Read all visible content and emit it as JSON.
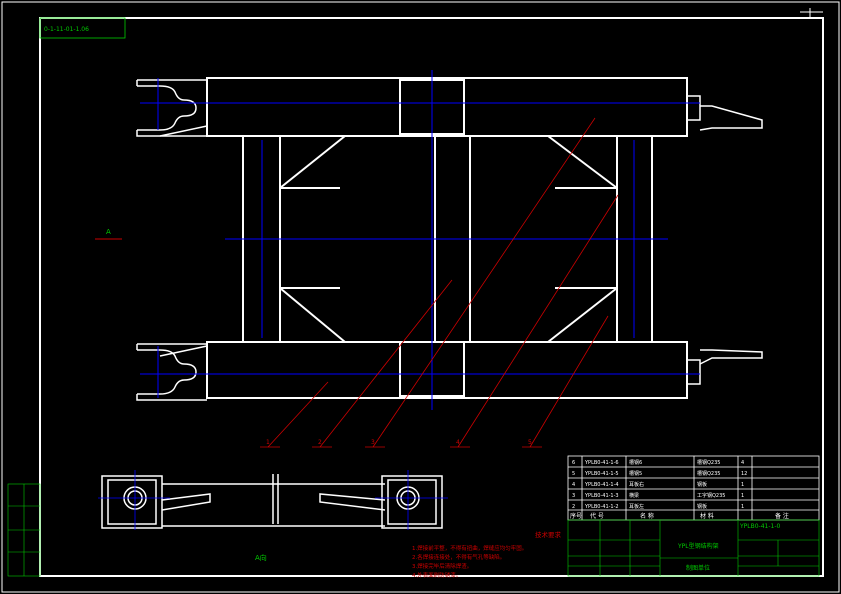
{
  "drawing": {
    "code_top_left": "0-1-11-01-1.06",
    "section_label": "A",
    "view_label": "A向",
    "balloons": [
      "1",
      "2",
      "3",
      "4",
      "5"
    ]
  },
  "bom": {
    "rows": [
      {
        "no": "6",
        "code": "YPLB0-41-1-6",
        "name": "槽钢6",
        "material": "槽钢Q235",
        "qty": "4"
      },
      {
        "no": "5",
        "code": "YPLB0-41-1-5",
        "name": "槽钢5",
        "material": "槽钢Q235",
        "qty": "12"
      },
      {
        "no": "4",
        "code": "YPLB0-41-1-4",
        "name": "耳板右",
        "material": "钢板",
        "qty": "1"
      },
      {
        "no": "3",
        "code": "YPLB0-41-1-3",
        "name": "横梁",
        "material": "工字钢Q235",
        "qty": "1"
      },
      {
        "no": "2",
        "code": "YPLB0-41-1-2",
        "name": "耳板左",
        "material": "钢板",
        "qty": "1"
      }
    ],
    "header": {
      "seq": "序号",
      "code": "代  号",
      "name": "名    称",
      "material": "材    料",
      "remark": "备  注"
    }
  },
  "tech": {
    "title": "技术要求",
    "items": [
      "1.焊接前平整，不得有扭曲，焊缝应均匀牢固。",
      "2.各焊接连接处，不得有气孔等缺陷。",
      "3.焊接完毕后清除焊渣。",
      "4.外表面刷防锈漆。"
    ]
  },
  "title_block": {
    "drawing_no": "YPLB0-41-1-0",
    "title": "YPL型钢结构架",
    "company": "制图单位"
  },
  "colors": {
    "line": "#ffffff",
    "center": "#0000ff",
    "leader": "#cc0000",
    "frame": "#00cc00"
  }
}
